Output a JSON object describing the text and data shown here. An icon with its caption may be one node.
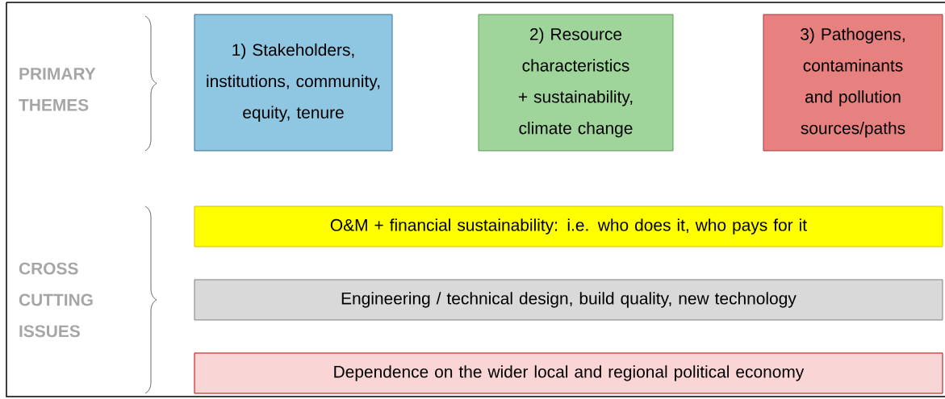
{
  "diagram": {
    "nodes": [
      {
        "text": [
          "1) Stakeholders, institutions, community, equity, tenure"
        ]
      },
      {
        "text": [
          "2) Resource characteristics + sustainability, climate change"
        ]
      },
      {
        "text": [
          "3) Pathogens, contaminants and pollution sources/paths"
        ]
      },
      {
        "text": [
          "O&M + financial sustainability: i.e. who does it, who pays for it"
        ]
      },
      {
        "text": [
          "Engineering / technical design, build quality, new technology"
        ]
      },
      {
        "text": [
          "Dependence on the wider local and regional political economy"
        ]
      }
    ],
    "labels": [
      "PRIMARY THEMES",
      "CROSS CUTTING ISSUES"
    ]
  }
}
